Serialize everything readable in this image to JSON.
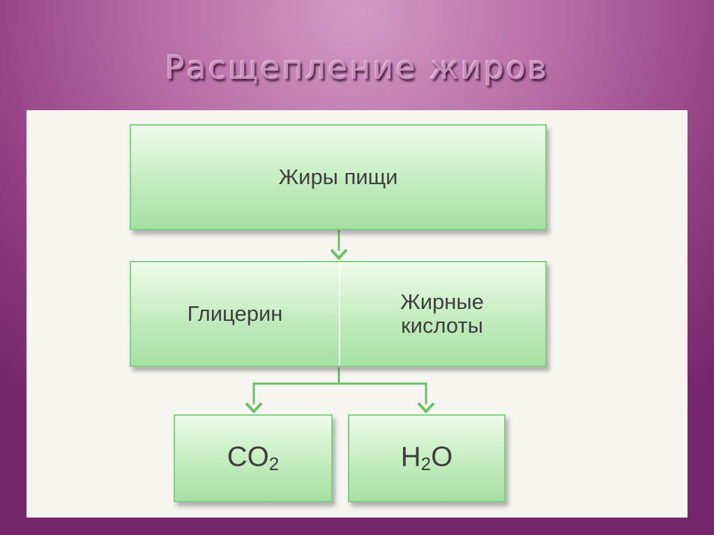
{
  "slide": {
    "title": "Расщепление жиров"
  },
  "diagram": {
    "top_box": "Жиры пищи",
    "middle_left": "Глицерин",
    "middle_right_line1": "Жирные",
    "middle_right_line2": "кислоты",
    "co2": {
      "base": "CO",
      "sub": "2",
      "tail": ""
    },
    "h2o": {
      "base": "H",
      "sub": "2",
      "tail": "O"
    }
  },
  "colors": {
    "arrow": "#68c068",
    "box_border": "#7fd083",
    "text": "#3e3e3e"
  }
}
